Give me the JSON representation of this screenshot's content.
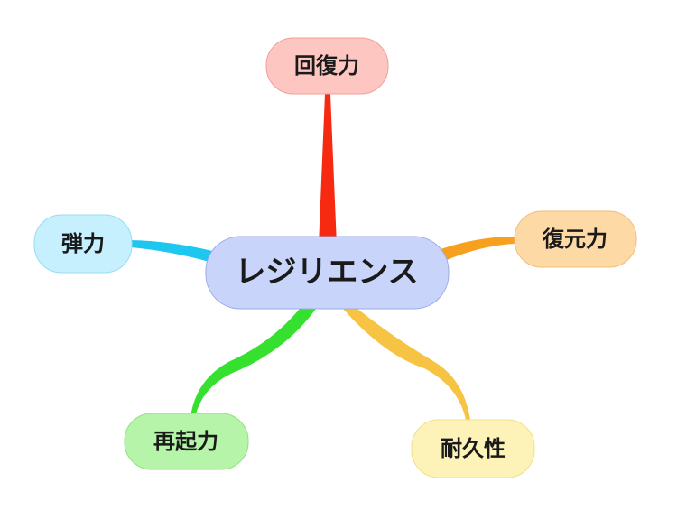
{
  "center": {
    "label": "レジリエンス",
    "fill": "#c8d4fa",
    "stroke": "#9aaae8"
  },
  "branches": [
    {
      "label": "回復力",
      "fill": "#fdc6c1",
      "stroke": "#f0a098",
      "branch_color": "#f52a10"
    },
    {
      "label": "復元力",
      "fill": "#fdd9a6",
      "stroke": "#f5bd78",
      "branch_color": "#f7a020"
    },
    {
      "label": "耐久性",
      "fill": "#fdf3b8",
      "stroke": "#efe08a",
      "branch_color": "#f7c342"
    },
    {
      "label": "再起力",
      "fill": "#b6f5a9",
      "stroke": "#8ee47e",
      "branch_color": "#36e02e"
    },
    {
      "label": "弾力",
      "fill": "#c6f0fd",
      "stroke": "#98dcf3",
      "branch_color": "#1ec7f0"
    }
  ]
}
